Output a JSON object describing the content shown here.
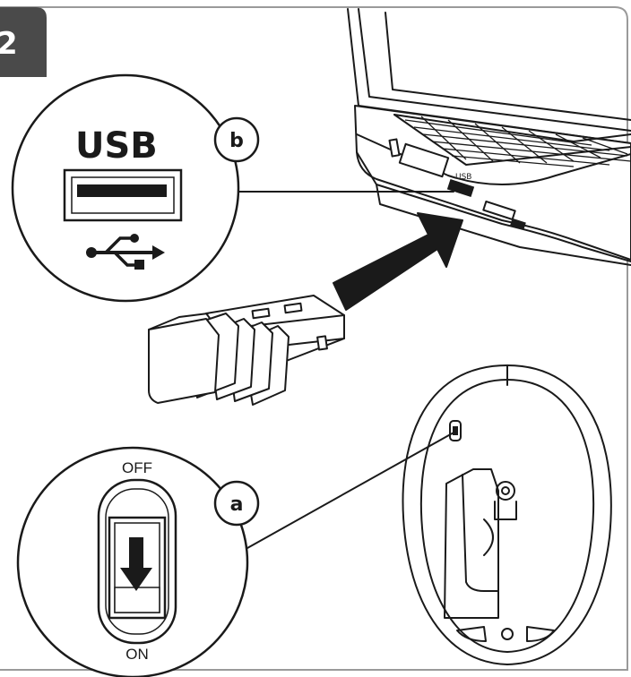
{
  "step": {
    "number": "2",
    "badge_color": "#4a4a4a"
  },
  "callout_usb": {
    "title": "USB",
    "letter": "b",
    "icon": "usb-trident-icon"
  },
  "callout_switch": {
    "letter": "a",
    "off_label": "OFF",
    "on_label": "ON",
    "icon": "power-switch-icon"
  },
  "laptop": {
    "port_label": "USB"
  },
  "arrow": {
    "color": "#1a1a1a",
    "icon": "insert-arrow-icon"
  },
  "colors": {
    "line": "#1a1a1a",
    "background": "#ffffff",
    "border": "#9a9a9a"
  }
}
